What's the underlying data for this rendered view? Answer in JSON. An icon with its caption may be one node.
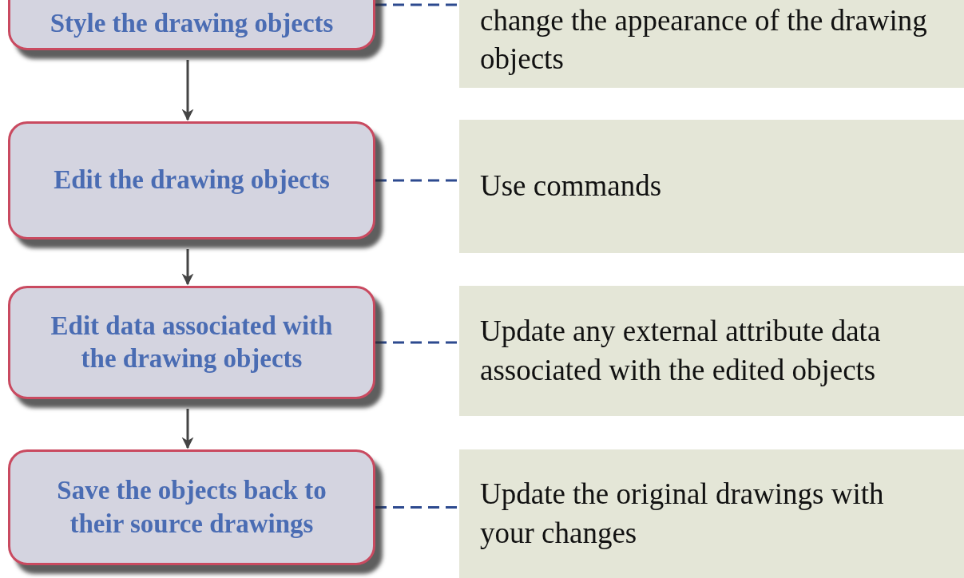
{
  "diagram": {
    "nodes": [
      {
        "text": [
          "Style the drawing objects"
        ]
      },
      {
        "text": [
          "change the appearance of the drawing objects"
        ]
      },
      {
        "text": [
          "Edit the drawing objects"
        ]
      },
      {
        "text": [
          "Use commands"
        ]
      },
      {
        "text": [
          "Edit data associated with the drawing objects"
        ]
      },
      {
        "text": [
          "Update any external attribute data associated with the edited objects"
        ]
      },
      {
        "text": [
          "Save the objects back to their source drawings"
        ]
      },
      {
        "text": [
          "Update the original drawings with your changes"
        ]
      }
    ],
    "edges": [
      {
        "from": 0,
        "to": 1,
        "arrow": "none",
        "style": "dashed"
      },
      {
        "from": 0,
        "to": 2,
        "arrow": "to",
        "color": "#444444"
      },
      {
        "from": 2,
        "to": 3,
        "arrow": "none",
        "style": "dashed"
      },
      {
        "from": 2,
        "to": 4,
        "arrow": "to",
        "color": "#444444"
      },
      {
        "from": 4,
        "to": 5,
        "arrow": "none",
        "style": "dashed"
      },
      {
        "from": 4,
        "to": 6,
        "arrow": "to",
        "color": "#444444"
      },
      {
        "from": 6,
        "to": 7,
        "arrow": "none",
        "style": "dashed"
      }
    ]
  }
}
